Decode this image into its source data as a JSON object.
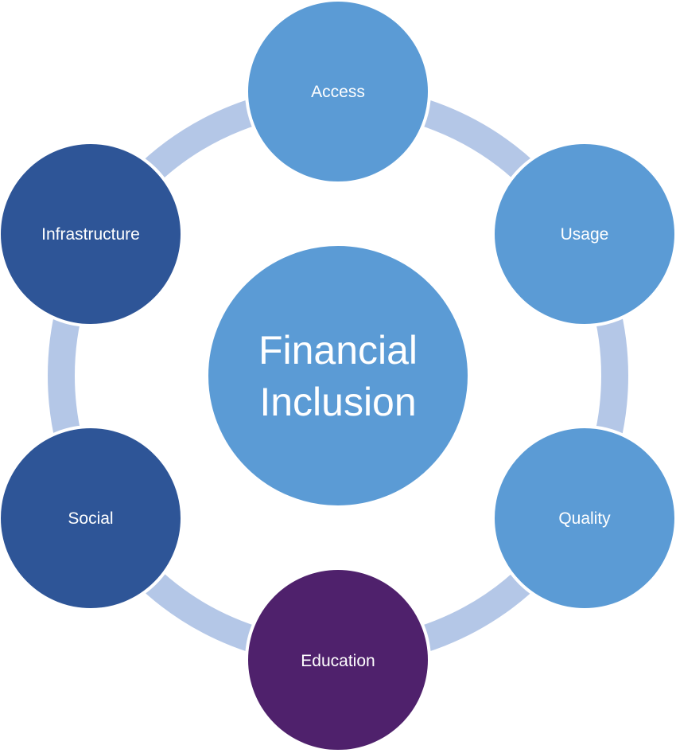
{
  "center": {
    "line1": "Financial",
    "line2": "Inclusion",
    "color": "#5b9bd5"
  },
  "ring": {
    "color": "#b4c7e7"
  },
  "nodes": [
    {
      "id": "access",
      "label": "Access",
      "color": "#5b9bd5"
    },
    {
      "id": "usage",
      "label": "Usage",
      "color": "#5b9bd5"
    },
    {
      "id": "quality",
      "label": "Quality",
      "color": "#5b9bd5"
    },
    {
      "id": "education",
      "label": "Education",
      "color": "#4f216c"
    },
    {
      "id": "social",
      "label": "Social",
      "color": "#2e5597"
    },
    {
      "id": "infrastructure",
      "label": "Infrastructure",
      "color": "#2e5597"
    }
  ]
}
